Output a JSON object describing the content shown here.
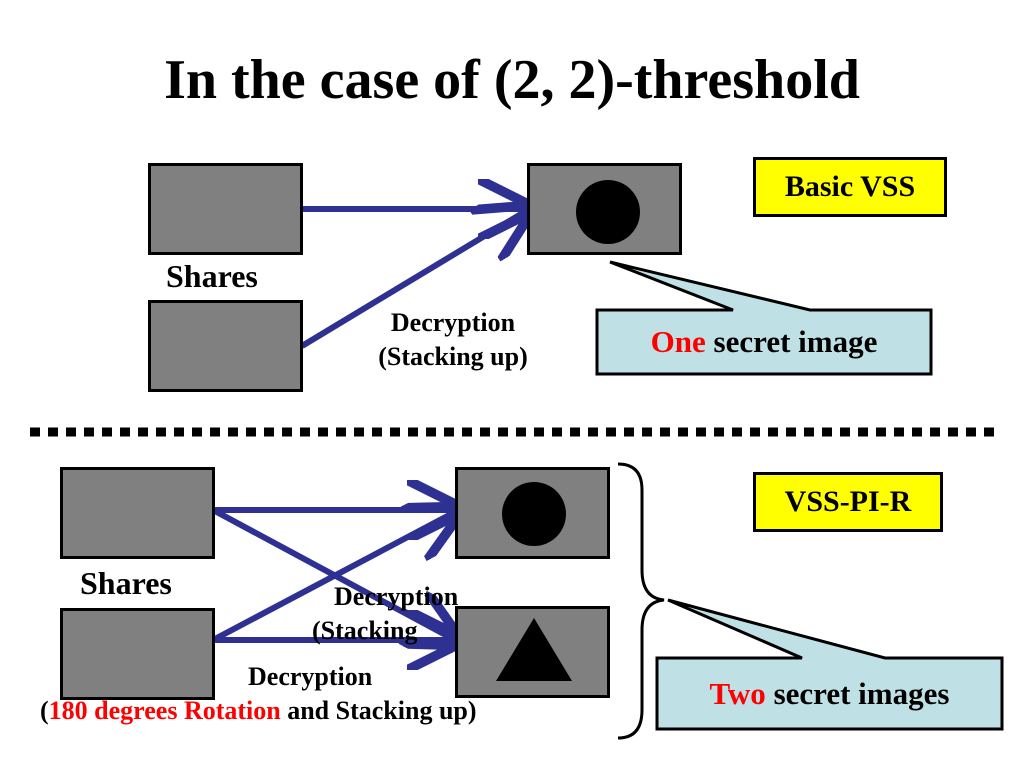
{
  "title": "In the case of (2, 2)-threshold",
  "top": {
    "tag": "Basic VSS",
    "shares_label": "Shares",
    "decryption_line1": "Decryption",
    "decryption_line2": "(Stacking up)",
    "callout_highlight": "One",
    "callout_rest": " secret image"
  },
  "bottom": {
    "tag": "VSS-PI-R",
    "shares_label": "Shares",
    "decryption_a_line1": "Decryption",
    "decryption_a_line2": "(Stacking",
    "decryption_b_line1": "Decryption",
    "decryption_b_open": "(",
    "decryption_b_highlight": "180 degrees Rotation",
    "decryption_b_rest": " and Stacking up)",
    "callout_highlight": "Two",
    "callout_rest": " secret images"
  },
  "colors": {
    "arrow": "#2e3192",
    "share_fill": "#808080",
    "tag_fill": "#ffff00",
    "callout_fill": "#bfe0e4",
    "highlight": "#ff0000"
  },
  "icons": {
    "result_top": "circle-icon",
    "result_bottom_1": "circle-icon",
    "result_bottom_2": "triangle-icon"
  }
}
